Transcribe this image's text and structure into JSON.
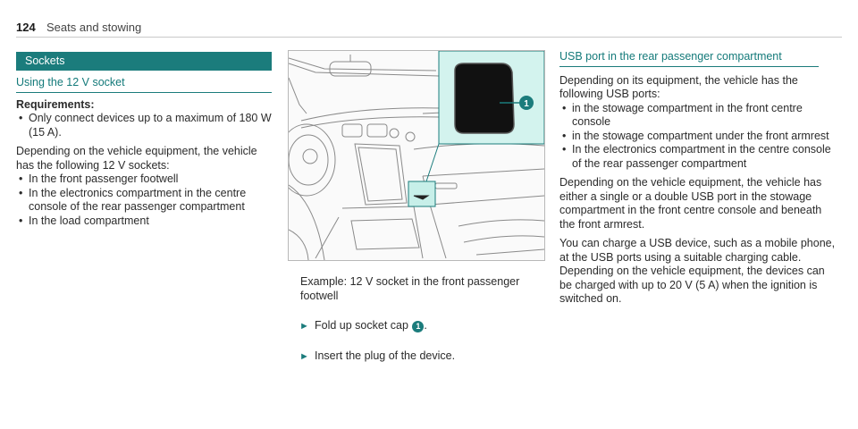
{
  "header": {
    "page_number": "124",
    "section": "Seats and stowing"
  },
  "sockets": {
    "title": "Sockets",
    "using_title": "Using the 12 V socket",
    "requirements_label": "Requirements:",
    "requirements": [
      "Only connect devices up to a maximum of 180 W (15 A)."
    ],
    "intro": "Depending on the vehicle equipment, the vehicle has the following 12 V sockets:",
    "list": [
      "In the front passenger footwell",
      "In the electronics compartment in the centre console of the rear passenger compartment",
      "In the load compartment"
    ]
  },
  "figure": {
    "caption": "Example: 12 V socket in the front passenger footwell",
    "callout": "1",
    "accent_color": "#1b7c7c",
    "highlight_color": "#d3f3ee"
  },
  "steps": [
    {
      "before": "Fold up socket cap",
      "callout": "1",
      "after": "."
    },
    {
      "before": "Insert the plug of the device.",
      "callout": "",
      "after": ""
    }
  ],
  "usb": {
    "title": "USB port in the rear passenger compartment",
    "intro": "Depending on its equipment, the vehicle has the following USB ports:",
    "list": [
      "in the stowage compartment in the front centre console",
      "in the stowage compartment under the front armrest",
      "In the electronics compartment in the centre console of the rear passenger compartment"
    ],
    "para1": "Depending on the vehicle equipment, the vehicle has either a single or a double USB port in the stowage compartment in the front centre console and beneath the front armrest.",
    "para2": "You can charge a USB device, such as a mobile phone, at the USB ports using a suitable charging cable. Depending on the vehicle equipment, the devices can be charged with up to 20 V (5 A) when the ignition is switched on."
  }
}
